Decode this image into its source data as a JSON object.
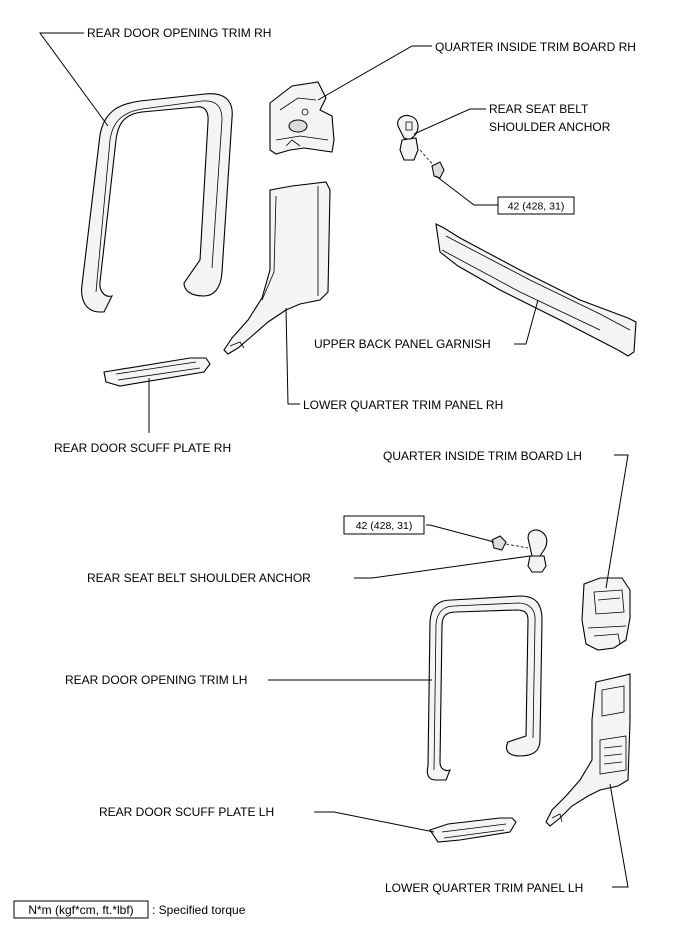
{
  "labels": {
    "rear_door_opening_trim_rh": "REAR DOOR OPENING TRIM RH",
    "quarter_inside_trim_board_rh": "QUARTER INSIDE TRIM BOARD RH",
    "rear_seat_belt_shoulder_anchor_rh_line1": "REAR SEAT BELT",
    "rear_seat_belt_shoulder_anchor_rh_line2": "SHOULDER ANCHOR",
    "upper_back_panel_garnish": "UPPER BACK PANEL GARNISH",
    "lower_quarter_trim_panel_rh": "LOWER QUARTER TRIM PANEL RH",
    "rear_door_scuff_plate_rh": "REAR DOOR SCUFF PLATE RH",
    "quarter_inside_trim_board_lh": "QUARTER INSIDE TRIM BOARD LH",
    "rear_seat_belt_shoulder_anchor_lh": "REAR SEAT BELT SHOULDER ANCHOR",
    "rear_door_opening_trim_lh": "REAR DOOR OPENING TRIM LH",
    "rear_door_scuff_plate_lh": "REAR DOOR SCUFF PLATE LH",
    "lower_quarter_trim_panel_lh": "LOWER QUARTER TRIM PANEL LH"
  },
  "torque": {
    "rh_value": "42 (428, 31)",
    "lh_value": "42 (428, 31)"
  },
  "legend": {
    "unit_box": "N*m (kgf*cm, ft.*lbf)",
    "description": ": Specified torque"
  }
}
